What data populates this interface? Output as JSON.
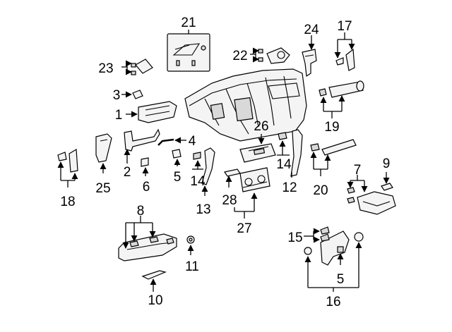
{
  "diagram": {
    "callouts": {
      "c1": "1",
      "c2": "2",
      "c3": "3",
      "c4": "4",
      "c5a": "5",
      "c5b": "5",
      "c6": "6",
      "c7": "7",
      "c8": "8",
      "c9": "9",
      "c10": "10",
      "c11": "11",
      "c12": "12",
      "c13": "13",
      "c14a": "14",
      "c14b": "14",
      "c15": "15",
      "c16": "16",
      "c17": "17",
      "c18": "18",
      "c19": "19",
      "c20": "20",
      "c21": "21",
      "c22": "22",
      "c23": "23",
      "c24": "24",
      "c25": "25",
      "c26": "26",
      "c27": "27",
      "c28": "28"
    },
    "colors": {
      "line": "#000000",
      "part_fill": "#f4f4f4",
      "background": "#ffffff"
    }
  }
}
